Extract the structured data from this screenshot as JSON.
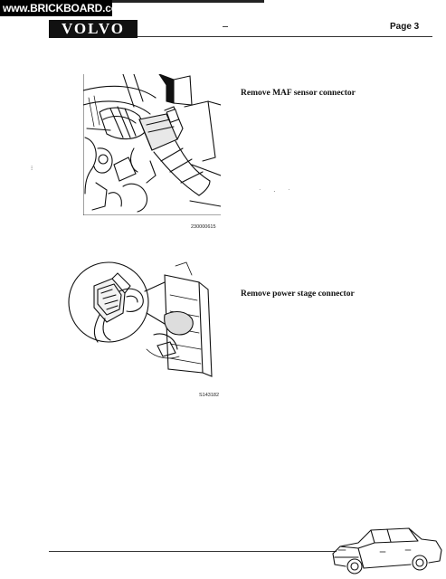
{
  "watermark": "www.BRICKBOARD.com",
  "header": {
    "logo_text": "VOLVO",
    "page_label": "Page 3"
  },
  "steps": [
    {
      "figure_number": "230000615",
      "caption": "Remove MAF sensor connector",
      "figure_icon": "maf-sensor-illustration"
    },
    {
      "figure_number": "S143182",
      "caption": "Remove power stage connector",
      "figure_icon": "power-stage-connector-illustration"
    }
  ],
  "footer": {
    "icon": "volvo-sedan-illustration"
  }
}
